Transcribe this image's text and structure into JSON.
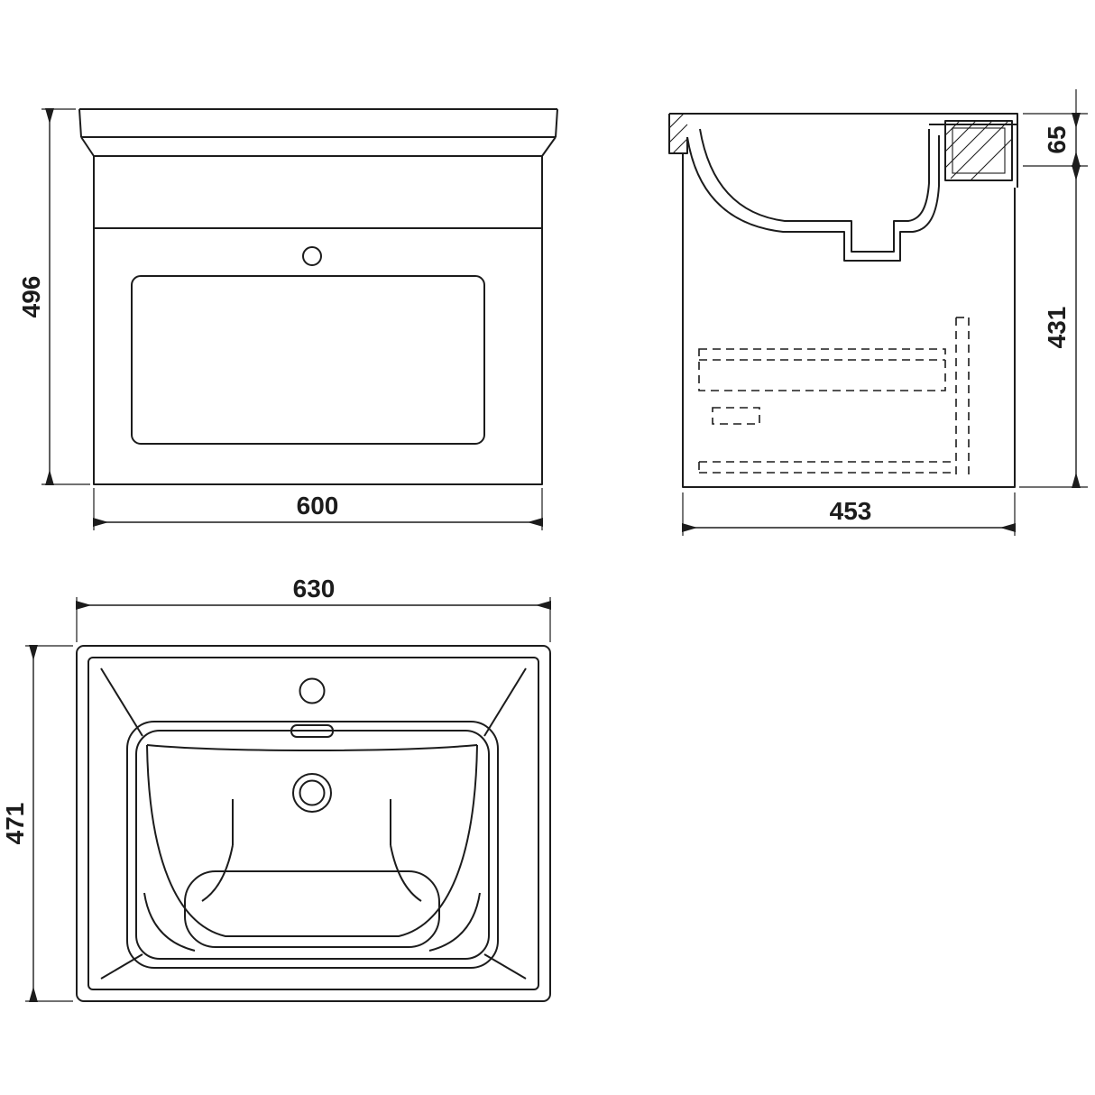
{
  "background": "#ffffff",
  "line_color": "#1c1c1c",
  "views": {
    "front": {
      "height_mm": "496",
      "width_mm": "600"
    },
    "side": {
      "basin_height_mm": "65",
      "cabinet_height_mm": "431",
      "depth_mm": "453"
    },
    "plan": {
      "width_mm": "630",
      "depth_mm": "471"
    }
  }
}
